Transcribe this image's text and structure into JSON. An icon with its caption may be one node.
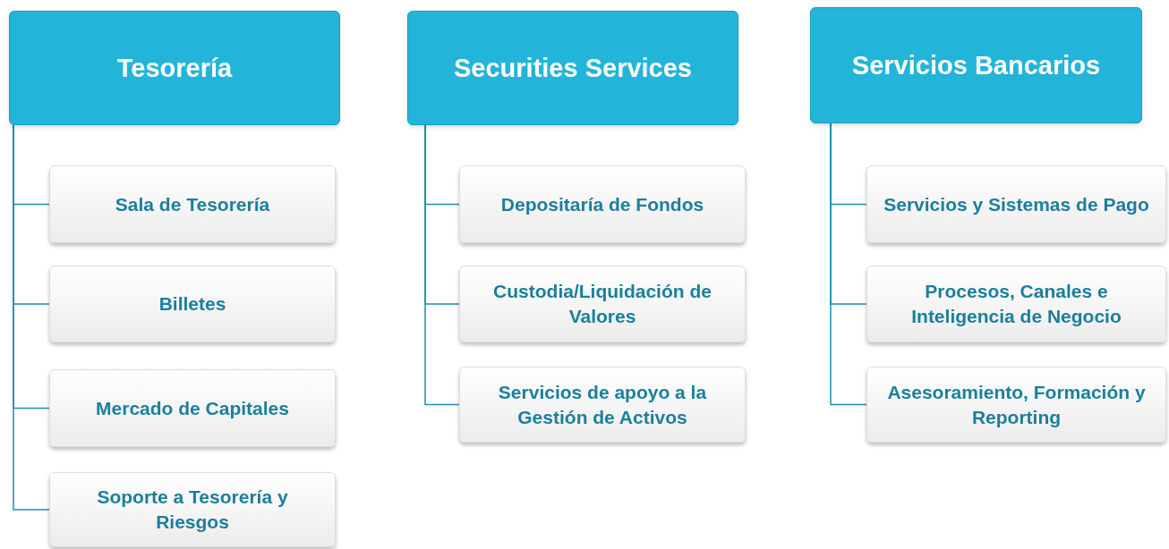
{
  "diagram": {
    "nodes": [
      {
        "text": [
          "Tesorería"
        ]
      },
      {
        "text": [
          "Sala de Tesorería"
        ]
      },
      {
        "text": [
          "Billetes"
        ]
      },
      {
        "text": [
          "Mercado de Capitales"
        ]
      },
      {
        "text": [
          "Soporte a Tesorería y Riesgos"
        ]
      },
      {
        "text": [
          "Securities Services"
        ]
      },
      {
        "text": [
          "Depositaría de Fondos"
        ]
      },
      {
        "text": [
          "Custodia/Liquidación de Valores"
        ]
      },
      {
        "text": [
          "Servicios de apoyo a la Gestión de Activos"
        ]
      },
      {
        "text": [
          "Servicios Bancarios"
        ]
      },
      {
        "text": [
          "Servicios y Sistemas de Pago"
        ]
      },
      {
        "text": [
          "Procesos, Canales e Inteligencia de Negocio"
        ]
      },
      {
        "text": [
          "Asesoramiento, Formación y Reporting"
        ]
      }
    ],
    "edges": [
      {
        "from": 0,
        "to": 1,
        "arrow": "none"
      },
      {
        "from": 0,
        "to": 2,
        "arrow": "none"
      },
      {
        "from": 0,
        "to": 3,
        "arrow": "none"
      },
      {
        "from": 0,
        "to": 4,
        "arrow": "none"
      },
      {
        "from": 5,
        "to": 6,
        "arrow": "none"
      },
      {
        "from": 5,
        "to": 7,
        "arrow": "none"
      },
      {
        "from": 5,
        "to": 8,
        "arrow": "none"
      },
      {
        "from": 9,
        "to": 10,
        "arrow": "none"
      },
      {
        "from": 9,
        "to": 11,
        "arrow": "none"
      },
      {
        "from": 9,
        "to": 12,
        "arrow": "none"
      }
    ]
  }
}
